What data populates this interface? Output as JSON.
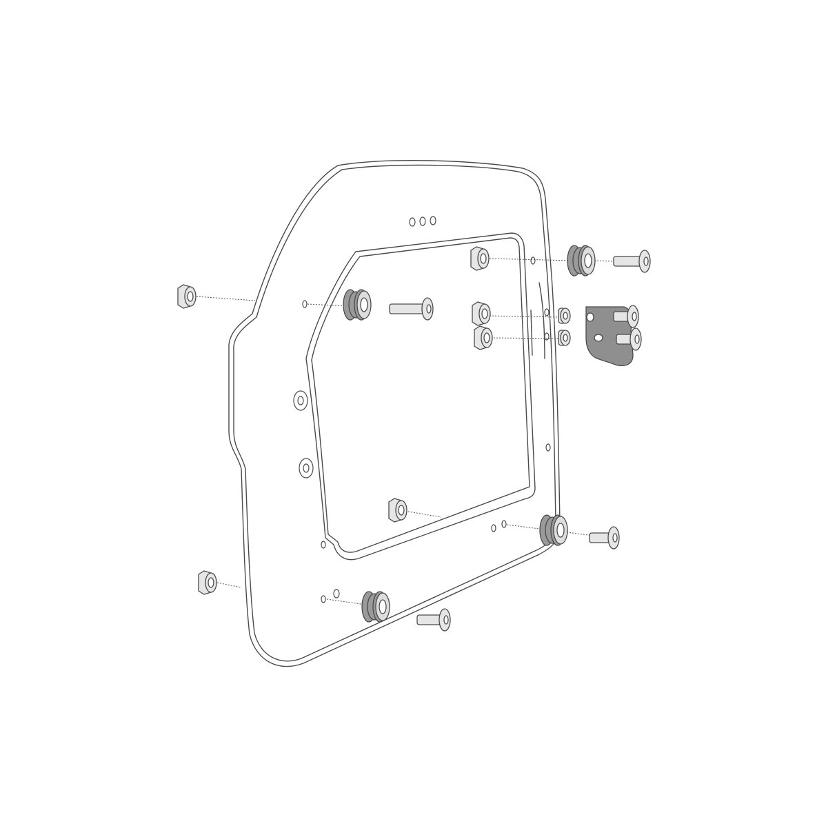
{
  "diagram": {
    "type": "exploded-assembly",
    "colors": {
      "background": "#ffffff",
      "outline": "#4a4a4a",
      "metal_part": "#e6e6e6",
      "rubber_part": "#9a9a9a",
      "bracket": "#8f8f8f"
    },
    "parts": [
      "plate",
      "nut",
      "rubber-grommet",
      "bolt",
      "washer",
      "bracket"
    ]
  }
}
